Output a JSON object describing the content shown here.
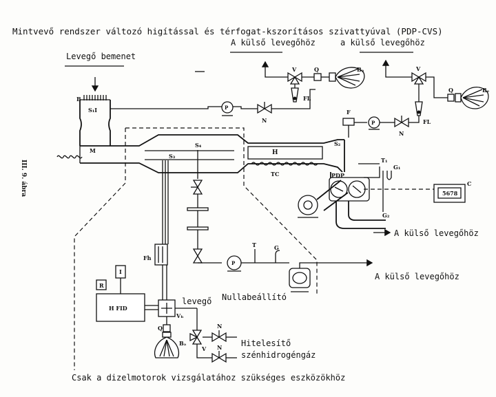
{
  "title": "Mintvevő rendszer változó higítással és térfogat-kszorításos szivattyúval (PDP-CVS)",
  "side_label": "III. 9. ábra",
  "bottom_caption": "Csak a dizelmotorok vizsgálatához szükséges eszközökhöz",
  "labels": {
    "air_inlet": "Levegő bemenet",
    "outside_air_1": "A külső levegőhöz",
    "outside_air_2": "a külső levegőhöz",
    "outside_air_3": "A külső levegőhöz",
    "outside_air_4": "A külső levegőhöz",
    "zero_adjust": "Nullabeállító",
    "air": "levegő",
    "calibration_line1": "Hitelesítő",
    "calibration_line2": "szénhidrogéngáz"
  },
  "component_labels": {
    "B": "B",
    "S1I": "S₁I",
    "M": "M",
    "S3": "S₃",
    "S4": "S₄",
    "H": "H",
    "TC": "TC",
    "S2": "S₂",
    "PDP": "PDP",
    "T1": "T₁",
    "G1": "G₁",
    "G2": "G₂",
    "C": "C",
    "counter": "5678",
    "F": "F",
    "P1": "P",
    "P2": "P",
    "P3": "P",
    "N1": "N",
    "N2": "N",
    "N3": "N",
    "N4": "N",
    "V1": "V",
    "V2": "V",
    "V3": "V",
    "Q1": "Q",
    "Q2": "Q",
    "Q3": "Q",
    "FL1": "FL",
    "FL2": "FL",
    "BA1": "Bₐ",
    "BE": "Bₑ",
    "BA2": "Bₐ",
    "T": "T",
    "G": "G",
    "Fh": "Fh",
    "Vh": "Vₕ",
    "R": "R",
    "I": "I",
    "HFID": "H FID"
  }
}
